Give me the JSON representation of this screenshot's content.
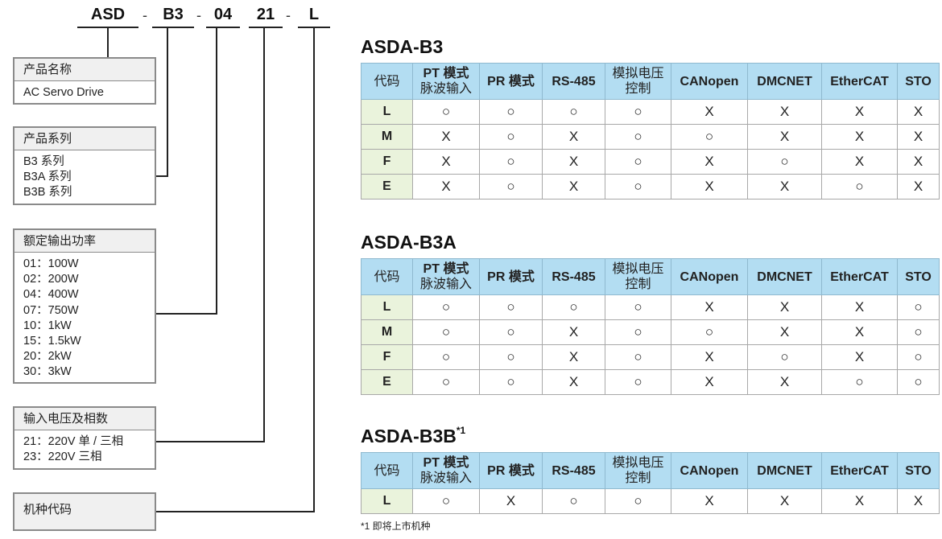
{
  "model_code": {
    "segments": [
      "ASD",
      "B3",
      "04",
      "21",
      "L"
    ],
    "separator": "-"
  },
  "boxes": [
    {
      "title": "产品名称",
      "lines": [
        "AC Servo Drive"
      ]
    },
    {
      "title": "产品系列",
      "lines": [
        "B3 系列",
        "B3A 系列",
        "B3B 系列"
      ]
    },
    {
      "title": "额定输出功率",
      "lines": [
        "01：100W",
        "02：200W",
        "04：400W",
        "07：750W",
        "10：1kW",
        "15：1.5kW",
        "20：2kW",
        "30：3kW"
      ]
    },
    {
      "title": "输入电压及相数",
      "lines": [
        "21：220V 单 / 三相",
        "23：220V 三相"
      ]
    },
    {
      "title": "机种代码",
      "lines": []
    }
  ],
  "table_headers": {
    "code": "代码",
    "pt_line1": "PT 模式",
    "pt_line2": "脉波输入",
    "pr": "PR 模式",
    "rs485": "RS-485",
    "analog_line1": "模拟电压",
    "analog_line2": "控制",
    "canopen": "CANopen",
    "dmcnet": "DMCNET",
    "ethercat": "EtherCAT",
    "sto": "STO"
  },
  "sections": [
    {
      "title": "ASDA-B3",
      "title_sup": "",
      "rows": [
        {
          "code": "L",
          "cells": [
            "○",
            "○",
            "○",
            "○",
            "X",
            "X",
            "X",
            "X"
          ]
        },
        {
          "code": "M",
          "cells": [
            "X",
            "○",
            "X",
            "○",
            "○",
            "X",
            "X",
            "X"
          ]
        },
        {
          "code": "F",
          "cells": [
            "X",
            "○",
            "X",
            "○",
            "X",
            "○",
            "X",
            "X"
          ]
        },
        {
          "code": "E",
          "cells": [
            "X",
            "○",
            "X",
            "○",
            "X",
            "X",
            "○",
            "X"
          ]
        }
      ]
    },
    {
      "title": "ASDA-B3A",
      "title_sup": "",
      "rows": [
        {
          "code": "L",
          "cells": [
            "○",
            "○",
            "○",
            "○",
            "X",
            "X",
            "X",
            "○"
          ]
        },
        {
          "code": "M",
          "cells": [
            "○",
            "○",
            "X",
            "○",
            "○",
            "X",
            "X",
            "○"
          ]
        },
        {
          "code": "F",
          "cells": [
            "○",
            "○",
            "X",
            "○",
            "X",
            "○",
            "X",
            "○"
          ]
        },
        {
          "code": "E",
          "cells": [
            "○",
            "○",
            "X",
            "○",
            "X",
            "X",
            "○",
            "○"
          ]
        }
      ]
    },
    {
      "title": "ASDA-B3B",
      "title_sup": "*1",
      "rows": [
        {
          "code": "L",
          "cells": [
            "○",
            "X",
            "○",
            "○",
            "X",
            "X",
            "X",
            "X"
          ]
        }
      ]
    }
  ],
  "footnote": "*1 即将上市机种",
  "colors": {
    "header_bg": "#b3ddf2",
    "code_bg": "#eaf3dc",
    "box_header_bg": "#f0f0f0"
  }
}
